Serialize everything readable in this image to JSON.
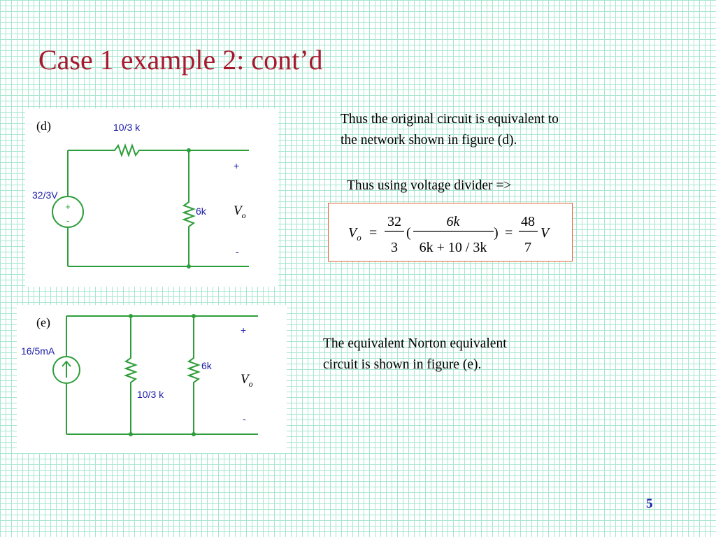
{
  "slide": {
    "title": "Case 1 example 2: cont’d",
    "page_number": "5"
  },
  "figure_d": {
    "label": "(d)",
    "resistor_series": "10/3 k",
    "source": "32/3V",
    "resistor_shunt": "6k",
    "plus": "+",
    "minus": "-",
    "output_label": "V",
    "output_sub": "o"
  },
  "figure_e": {
    "label": "(e)",
    "source": "16/5mA",
    "resistor_left": "10/3 k",
    "resistor_right": "6k",
    "plus": "+",
    "minus": "-",
    "output_label": "V",
    "output_sub": "o"
  },
  "text": {
    "equivalent_line1": "Thus the original circuit is equivalent to",
    "equivalent_line2": "the network shown in figure (d).",
    "divider_line": "Thus using voltage divider =>",
    "norton_line1": "The equivalent Norton equivalent",
    "norton_line2": "circuit is shown in figure (e)."
  },
  "formula": {
    "lhs": "V",
    "lhs_sub": "o",
    "equals1": "=",
    "frac1_num": "32",
    "frac1_den": "3",
    "open_paren": "(",
    "frac2_num": "6k",
    "frac2_den": "6k + 10 / 3k",
    "close_paren": ")",
    "equals2": "=",
    "frac3_num": "48",
    "frac3_den": "7",
    "unit": "V"
  },
  "colors": {
    "title": "#a8192e",
    "wire": "#2e9e3a",
    "component_label": "#1a1aa8",
    "formula_border": "#e0633a",
    "grid": "#a6e6cf"
  }
}
